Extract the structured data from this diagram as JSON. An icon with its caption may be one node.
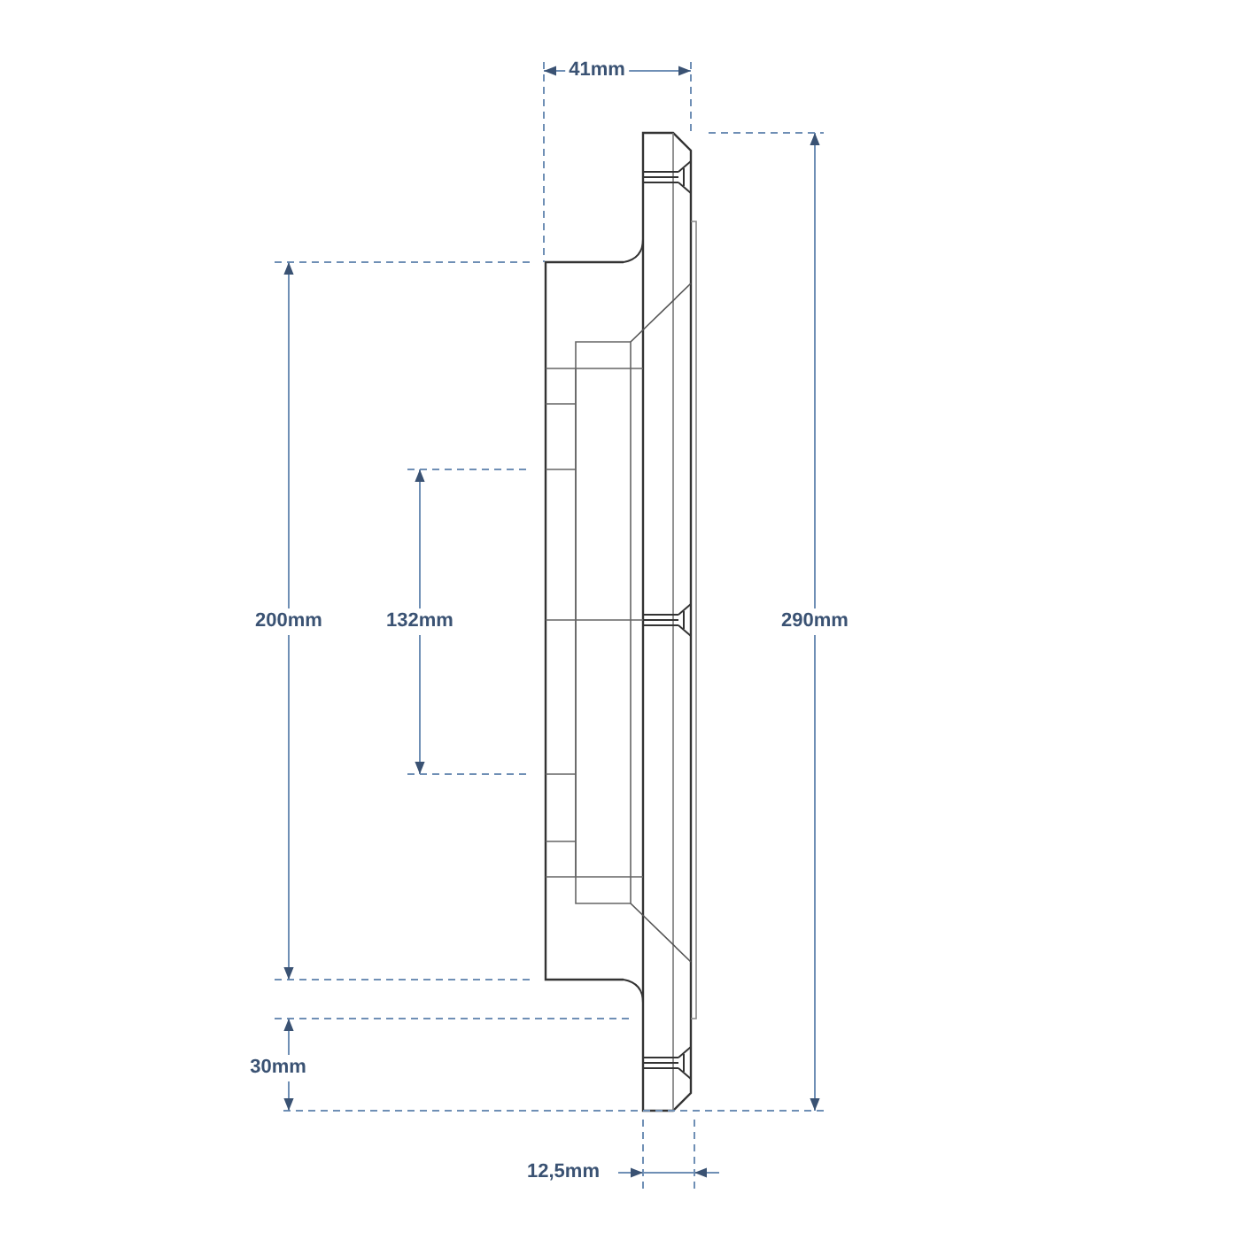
{
  "diagram": {
    "labels": [
      "41mm",
      "200mm",
      "132mm",
      "290mm",
      "30mm",
      "12,5mm"
    ]
  }
}
